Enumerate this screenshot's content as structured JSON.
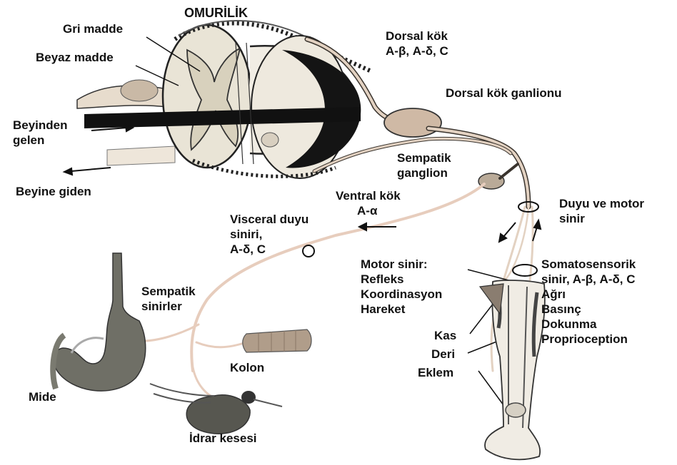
{
  "title": "OMURİLİK",
  "labels": {
    "gri_madde": "Gri madde",
    "beyaz_madde": "Beyaz madde",
    "beyinden_gelen": [
      "Beyinden",
      "gelen"
    ],
    "beyine_giden": "Beyine giden",
    "dorsal_kok": [
      "Dorsal kök",
      "A-β, A-δ, C"
    ],
    "dorsal_kok_ganglionu": "Dorsal kök ganlionu",
    "sempatik_ganglion": [
      "Sempatik",
      "ganglion"
    ],
    "ventral_kok": [
      "Ventral kök",
      "A-α"
    ],
    "duyu_ve_motor_sinir": [
      "Duyu ve motor",
      "sinir"
    ],
    "visceral_duyu_siniri": [
      "Visceral duyu",
      "siniri,",
      "A-δ, C"
    ],
    "motor_sinir": [
      "Motor sinir:",
      "Refleks",
      "Koordinasyon",
      "Hareket"
    ],
    "somatosensorik": [
      "Somatosensorik",
      "sinir, A-β, A-δ, C",
      "Ağrı",
      "Basınç",
      "Dokunma",
      "Proprioception"
    ],
    "sempatik_sinirler": [
      "Sempatik",
      "sinirler"
    ],
    "kolon": "Kolon",
    "mide": "Mide",
    "idrar_kesesi": "İdrar kesesi",
    "kas": "Kas",
    "deri": "Deri",
    "eklem": "Eklem"
  },
  "colors": {
    "nerve": "#e0c8b4",
    "gray_matter": "#d9d3c0",
    "white_matter": "#eeeae0",
    "core": "#141414",
    "organ": "#6f6f66",
    "text": "#111111"
  }
}
